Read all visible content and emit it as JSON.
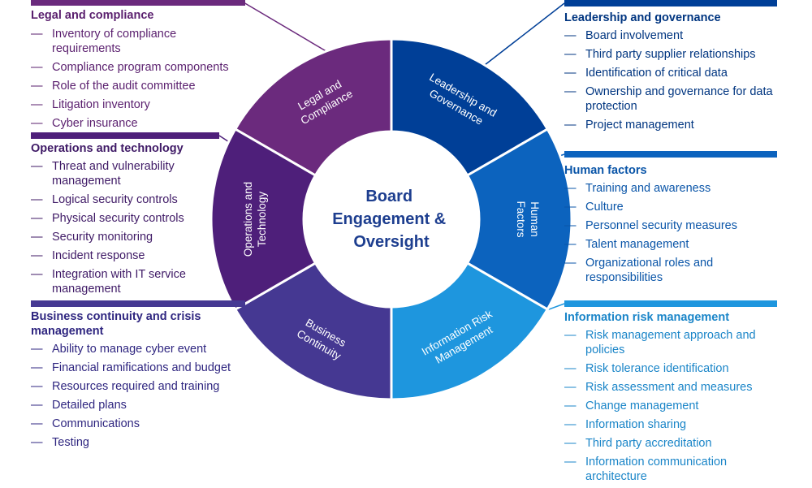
{
  "colors": {
    "legal": "#6b2a7d",
    "operations": "#4e1f7a",
    "business": "#453892",
    "leadership": "#003f97",
    "human": "#0c63be",
    "info": "#1e96de",
    "center_text": "#1d3e8f"
  },
  "center": {
    "line1": "Board",
    "line2": "Engagement &",
    "line3": "Oversight"
  },
  "segments": {
    "legal": {
      "line1": "Legal and",
      "line2": "Compliance"
    },
    "leadership": {
      "line1": "Leadership and",
      "line2": "Governance"
    },
    "human": {
      "line1": "Human",
      "line2": "Factors"
    },
    "info": {
      "line1": "Information Risk",
      "line2": "Management"
    },
    "business": {
      "line1": "Business",
      "line2": "Continuity"
    },
    "operations": {
      "line1": "Operations and",
      "line2": "Technology"
    }
  },
  "panels": {
    "legal": {
      "title": "Legal and compliance",
      "items": [
        "Inventory of compliance requirements",
        "Compliance program components",
        "Role of the audit committee",
        "Litigation inventory",
        "Cyber insurance"
      ]
    },
    "operations": {
      "title": "Operations and technology",
      "items": [
        "Threat and vulnerability management",
        "Logical security controls",
        "Physical security controls",
        "Security monitoring",
        "Incident response",
        "Integration with IT service management"
      ]
    },
    "business": {
      "title": "Business continuity and crisis management",
      "items": [
        "Ability to manage cyber event",
        "Financial ramifications and budget",
        "Resources required and training",
        "Detailed plans",
        "Communications",
        "Testing"
      ]
    },
    "leadership": {
      "title": "Leadership and governance",
      "items": [
        "Board involvement",
        "Third party supplier relationships",
        "Identification of critical data",
        "Ownership and governance for data protection",
        "Project management"
      ]
    },
    "human": {
      "title": "Human factors",
      "items": [
        "Training and awareness",
        "Culture",
        "Personnel security measures",
        "Talent management",
        "Organizational roles and responsibilities"
      ]
    },
    "info": {
      "title": "Information risk management",
      "items": [
        "Risk management approach and policies",
        "Risk tolerance identification",
        "Risk assessment and measures",
        "Change management",
        "Information sharing",
        "Third party accreditation",
        "Information communication architecture"
      ]
    }
  }
}
